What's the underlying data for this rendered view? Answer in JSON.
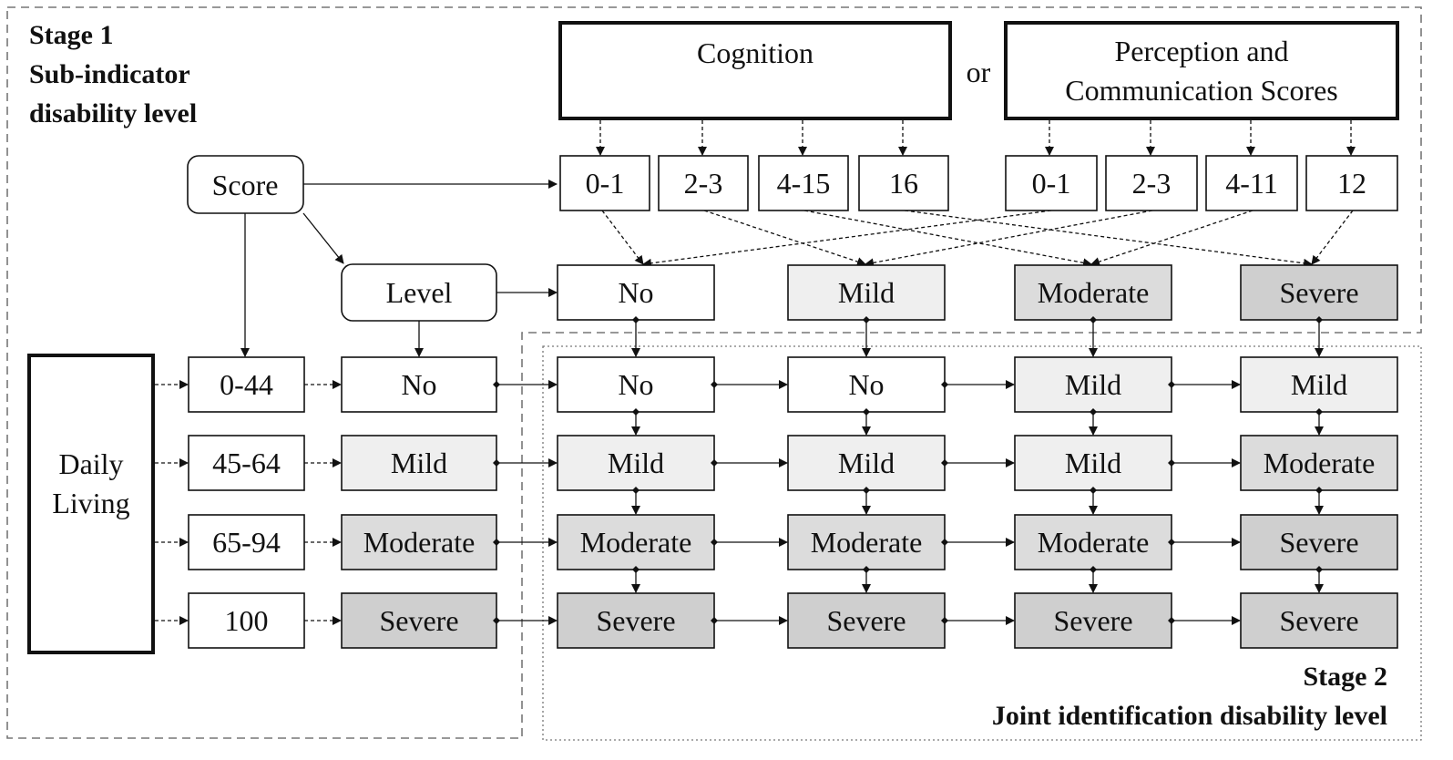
{
  "stage1": {
    "title_line1": "Stage 1",
    "title_line2": "Sub-indicator",
    "title_line3": "disability level"
  },
  "stage2": {
    "title_line1": "Stage 2",
    "title_line2": "Joint identification disability level"
  },
  "sources": {
    "cognition": "Cognition",
    "or_label": "or",
    "perception_line1": "Perception and",
    "perception_line2": "Communication Scores"
  },
  "cognition_ranges": [
    "0-1",
    "2-3",
    "4-15",
    "16"
  ],
  "perception_ranges": [
    "0-1",
    "2-3",
    "4-11",
    "12"
  ],
  "score_label": "Score",
  "level_label": "Level",
  "sub_levels": [
    "No",
    "Mild",
    "Moderate",
    "Severe"
  ],
  "daily_living": {
    "line1": "Daily",
    "line2": "Living",
    "ranges": [
      "0-44",
      "45-64",
      "65-94",
      "100"
    ],
    "levels": [
      "No",
      "Mild",
      "Moderate",
      "Severe"
    ]
  },
  "joint_matrix": [
    [
      "No",
      "No",
      "Mild",
      "Mild"
    ],
    [
      "Mild",
      "Mild",
      "Mild",
      "Moderate"
    ],
    [
      "Moderate",
      "Moderate",
      "Moderate",
      "Severe"
    ],
    [
      "Severe",
      "Severe",
      "Severe",
      "Severe"
    ]
  ],
  "fills": {
    "No": "#ffffff",
    "Mild": "#efefef",
    "Moderate": "#dcdcdc",
    "Severe": "#cfcfcf"
  }
}
